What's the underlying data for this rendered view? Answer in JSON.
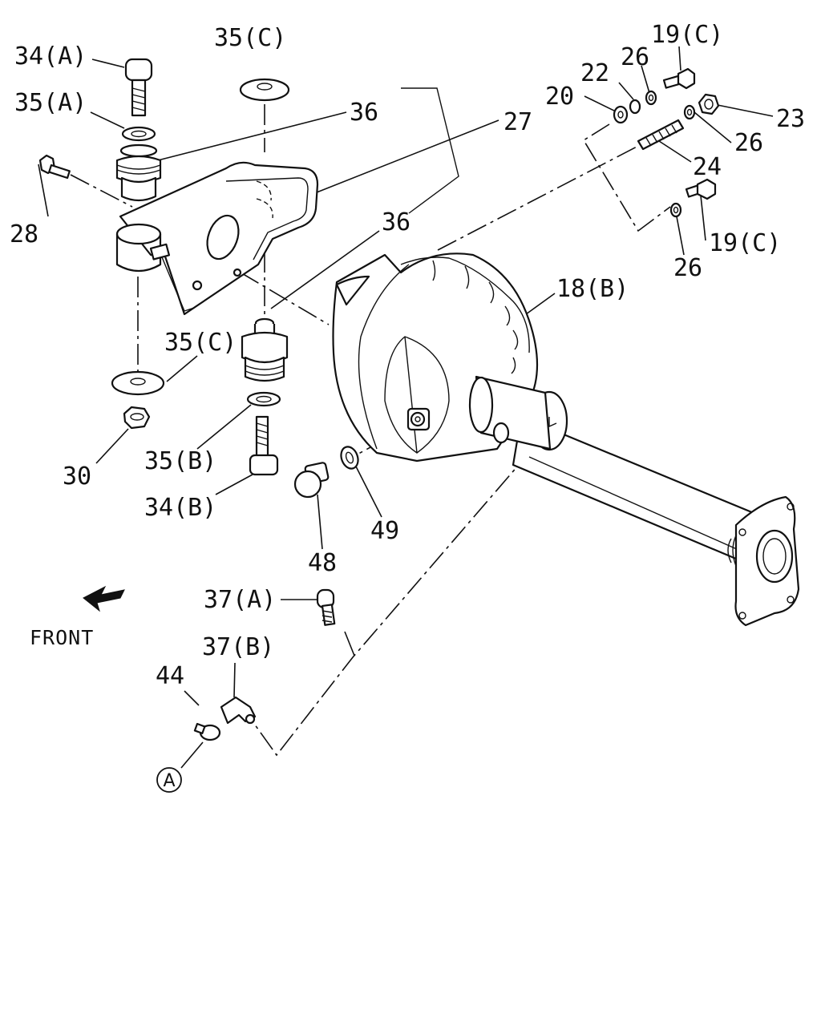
{
  "diagram": {
    "callouts": {
      "c34a": "34(A)",
      "c35a": "35(A)",
      "c35c_top": "35(C)",
      "c36_top": "36",
      "c27": "27",
      "c28": "28",
      "c36_mid": "36",
      "c35c_mid": "35(C)",
      "c30": "30",
      "c35b": "35(B)",
      "c34b": "34(B)",
      "c48": "48",
      "c49": "49",
      "c18b": "18(B)",
      "c20": "20",
      "c22": "22",
      "c26_top": "26",
      "c19c_top": "19(C)",
      "c23": "23",
      "c26_right": "26",
      "c24": "24",
      "c19c_bottom": "19(C)",
      "c26_bottom": "26",
      "c37a": "37(A)",
      "c37b": "37(B)",
      "c44": "44",
      "ref_a": "A"
    },
    "front_label": "FRONT"
  }
}
